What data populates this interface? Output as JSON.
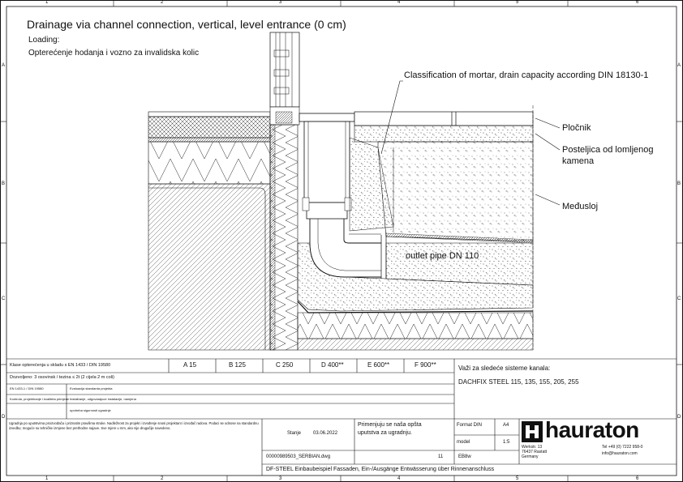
{
  "title": "Drainage via channel connection, vertical, level entrance (0 cm)",
  "loading_label": "Loading:",
  "loading_value": "Opterećenje hodanja i vozno za invalidska kolic",
  "grid": {
    "columns": [
      "1",
      "2",
      "3",
      "4",
      "5",
      "6"
    ],
    "rows": [
      "A",
      "B",
      "C",
      "D"
    ]
  },
  "callouts": {
    "classification": "Classification of mortar, drain capacity according DIN 18130-1",
    "plocnik": "Pločnik",
    "posteljica_line1": "Posteljica od lomljenog",
    "posteljica_line2": "kamena",
    "medjusloj": "Međusloj",
    "outlet_pipe": "outlet pipe DN 110"
  },
  "title_block": {
    "load_class_label": "Klase opterećenja u skladu s EN 1433 / DIN 19580",
    "load_classes": [
      "A 15",
      "B 125",
      "C 250",
      "D 400**",
      "E 600**",
      "F 900**"
    ],
    "row2_text": "Dozvoljeno: 3 osovinsk / tezina ≤ 2t (2 cijela 2 m coli)",
    "row3_left": "EN 1433-1 / DIN 19580",
    "row3_mid": "Evaluacija standarda projekta",
    "row4_left": "Kontrola, projektiranje i kvaliteta primjene",
    "row4_mid": "Instaliranje, odgovarajuce instalacije, namjena",
    "row5_mid": "upotreba sigurnosti ugradnje",
    "systems_label": "Važi za sledeće sisteme kanala:",
    "systems_value": "DACHFIX STEEL 115, 135, 155, 205, 255",
    "disclaimer": "Ugradnja po uputstvima proizvođača i priznatim pravilima struke. Nadležnost za projekt i izvođenje snosi projektant i izvođač radova. Podaci se odnose na standardnu izvedbu; moguće su tehničke izmjene bez prethodne najave. Sve mjere u mm, ako nije drugačije navedeno.",
    "stanje_label": "Stanje",
    "stanje_date": "03.06.2022",
    "note_line1": "Primenjuju se naša opšta",
    "note_line2": "uputstva za ugradnju.",
    "file_name": "00000989503_SERBIAN.dwg",
    "sheet_number": "11",
    "page_code": "EB8w",
    "format_label": "Format DIN",
    "format_value": "A4",
    "model_label": "model",
    "scale_value": "1:5",
    "company": "hauraton",
    "address_line1": "Werkstr. 13",
    "address_line2": "76437 Rastatt",
    "address_line3": "Germany",
    "phone": "Tel +49 (0) 7222 958-0",
    "email": "info@hauraton.com",
    "bottom_text": "DF-STEEL Einbaubeispiel Fassaden, Ein-/Ausgänge Entwässerung über Rinnenanschluss"
  },
  "colors": {
    "line": "#111111",
    "hatch": "#222222",
    "concrete_dot": "#333333"
  }
}
